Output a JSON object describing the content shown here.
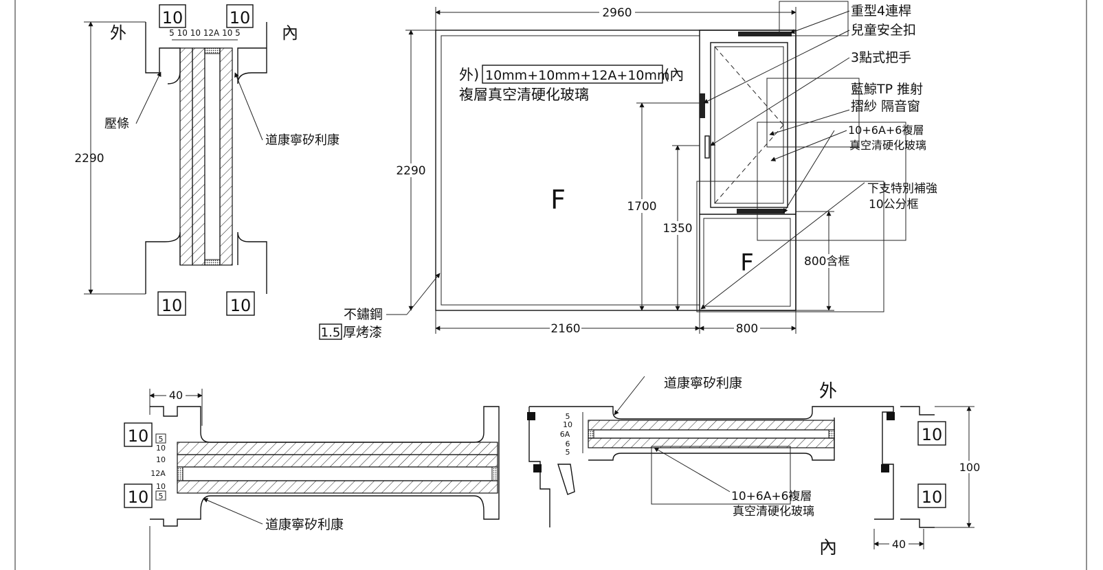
{
  "drawing": {
    "side_section": {
      "outside_label": "外",
      "inside_label": "內",
      "profile_top_left": "10",
      "profile_top_right": "10",
      "profile_bottom_left": "10",
      "profile_bottom_right": "10",
      "layer_dims": "5 10 10 12A 10 5",
      "height_dim": "2290",
      "bead_label": "壓條",
      "sealant_label": "道康寧矽利康"
    },
    "elevation": {
      "width_dim": "2960",
      "height_dim": "2290",
      "glass_spec_prefix": "外)",
      "glass_spec_box": "10mm+10mm+12A+10mm",
      "glass_spec_suffix": "(內",
      "glass_spec_line2": "複層真空清硬化玻璃",
      "fixed_left": "F",
      "fixed_lower_right": "F",
      "dim_1700": "1700",
      "dim_1350": "1350",
      "dim_800_frame": "800含框",
      "dim_2160": "2160",
      "dim_800": "800",
      "frame_note_line1": "不鏽鋼",
      "frame_note_box": "1.5",
      "frame_note_line2": "厚烤漆"
    },
    "callouts": {
      "c1": "重型4連桿",
      "c2": "兒童安全扣",
      "c3": "3點式把手",
      "c4_line1": "藍鯨TP  推射",
      "c4_line2": "摺紗 隔音窗",
      "c5_line1": "10+6A+6複層",
      "c5_line2": "真空清硬化玻璃",
      "c6_line1": "下支特別補強",
      "c6_line2": "10公分框"
    },
    "plan_section": {
      "dim_40_left": "40",
      "profile_left_top": "10",
      "profile_left_bottom": "10",
      "layers_left": [
        "5",
        "10",
        "10",
        "12A",
        "10",
        "5"
      ],
      "sealant_left": "道康寧矽利康",
      "sealant_right": "道康寧矽利康",
      "outside_label": "外",
      "inside_label": "內",
      "layers_right": [
        "5",
        "10",
        "6A",
        "6",
        "5"
      ],
      "glass_spec_line1": "10+6A+6複層",
      "glass_spec_line2": "真空清硬化玻璃",
      "profile_right_top": "10",
      "profile_right_bottom": "10",
      "dim_100": "100",
      "dim_40_right": "40"
    }
  }
}
